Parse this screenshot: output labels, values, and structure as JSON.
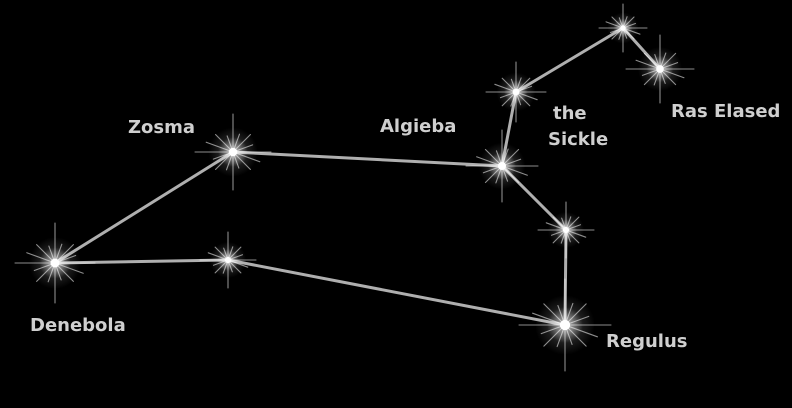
{
  "stars": [
    {
      "id": "denebola",
      "label": "Denebola",
      "brightness": 1.0
    },
    {
      "id": "zosma",
      "label": "Zosma",
      "brightness": 0.95
    },
    {
      "id": "chertan",
      "label": "",
      "brightness": 0.7
    },
    {
      "id": "algieba",
      "label": "Algieba",
      "brightness": 0.9
    },
    {
      "id": "regulus",
      "label": "Regulus",
      "brightness": 1.15
    },
    {
      "id": "eta-leonis",
      "label": "",
      "brightness": 0.7
    },
    {
      "id": "adhafera",
      "label": "",
      "brightness": 0.75
    },
    {
      "id": "rasalas",
      "label": "",
      "brightness": 0.6
    },
    {
      "id": "ras-elased",
      "label": "",
      "brightness": 0.85
    }
  ],
  "annotations": [
    {
      "id": "ras-elased-label",
      "text": "Ras Elased"
    },
    {
      "id": "the-sickle-label",
      "lines": [
        "the",
        "Sickle"
      ]
    }
  ],
  "lines": [
    [
      "denebola",
      "zosma"
    ],
    [
      "zosma",
      "algieba"
    ],
    [
      "denebola",
      "chertan"
    ],
    [
      "chertan",
      "regulus"
    ],
    [
      "regulus",
      "eta-leonis"
    ],
    [
      "eta-leonis",
      "algieba"
    ],
    [
      "algieba",
      "adhafera"
    ],
    [
      "adhafera",
      "rasalas"
    ],
    [
      "rasalas",
      "ras-elased"
    ]
  ],
  "colors": {
    "background": "#000000",
    "line": "#b9b9b9",
    "label": "#cfcfcf",
    "star": "#ffffff"
  }
}
